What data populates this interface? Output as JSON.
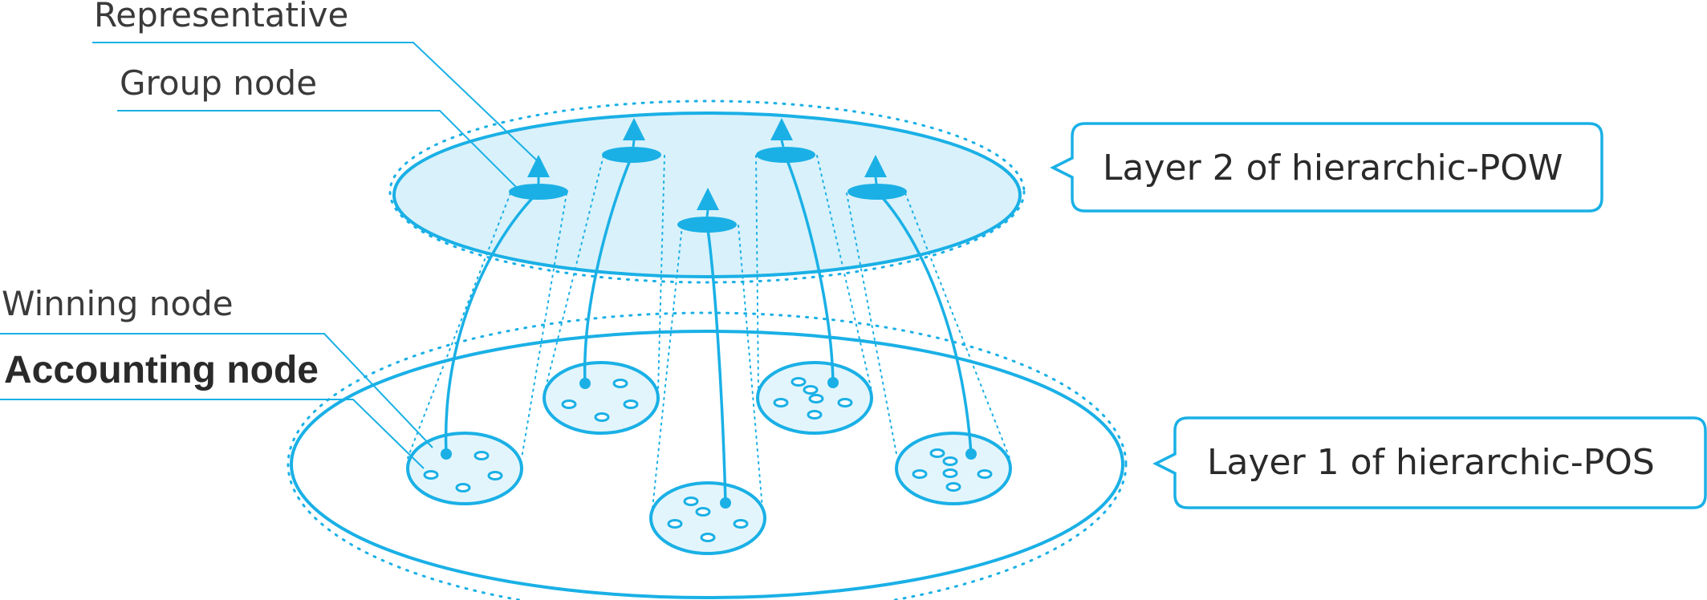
{
  "labels": {
    "representative": "Representative",
    "group_node": "Group node",
    "winning_node": "Winning node",
    "accounting_node": "Accounting node"
  },
  "callouts": {
    "layer2": "Layer 2 of hierarchic-POW",
    "layer1": "Layer 1 of hierarchic-POS"
  },
  "colors": {
    "accent": "#1ab0e6",
    "layer2_fill": "#d9f1fa",
    "group_fill": "#e3f5fc",
    "line": "#1ab0e6"
  },
  "icons": {
    "representative": "triangle-icon",
    "group_node": "disk-icon",
    "accounting_node": "small-ellipse-icon"
  }
}
